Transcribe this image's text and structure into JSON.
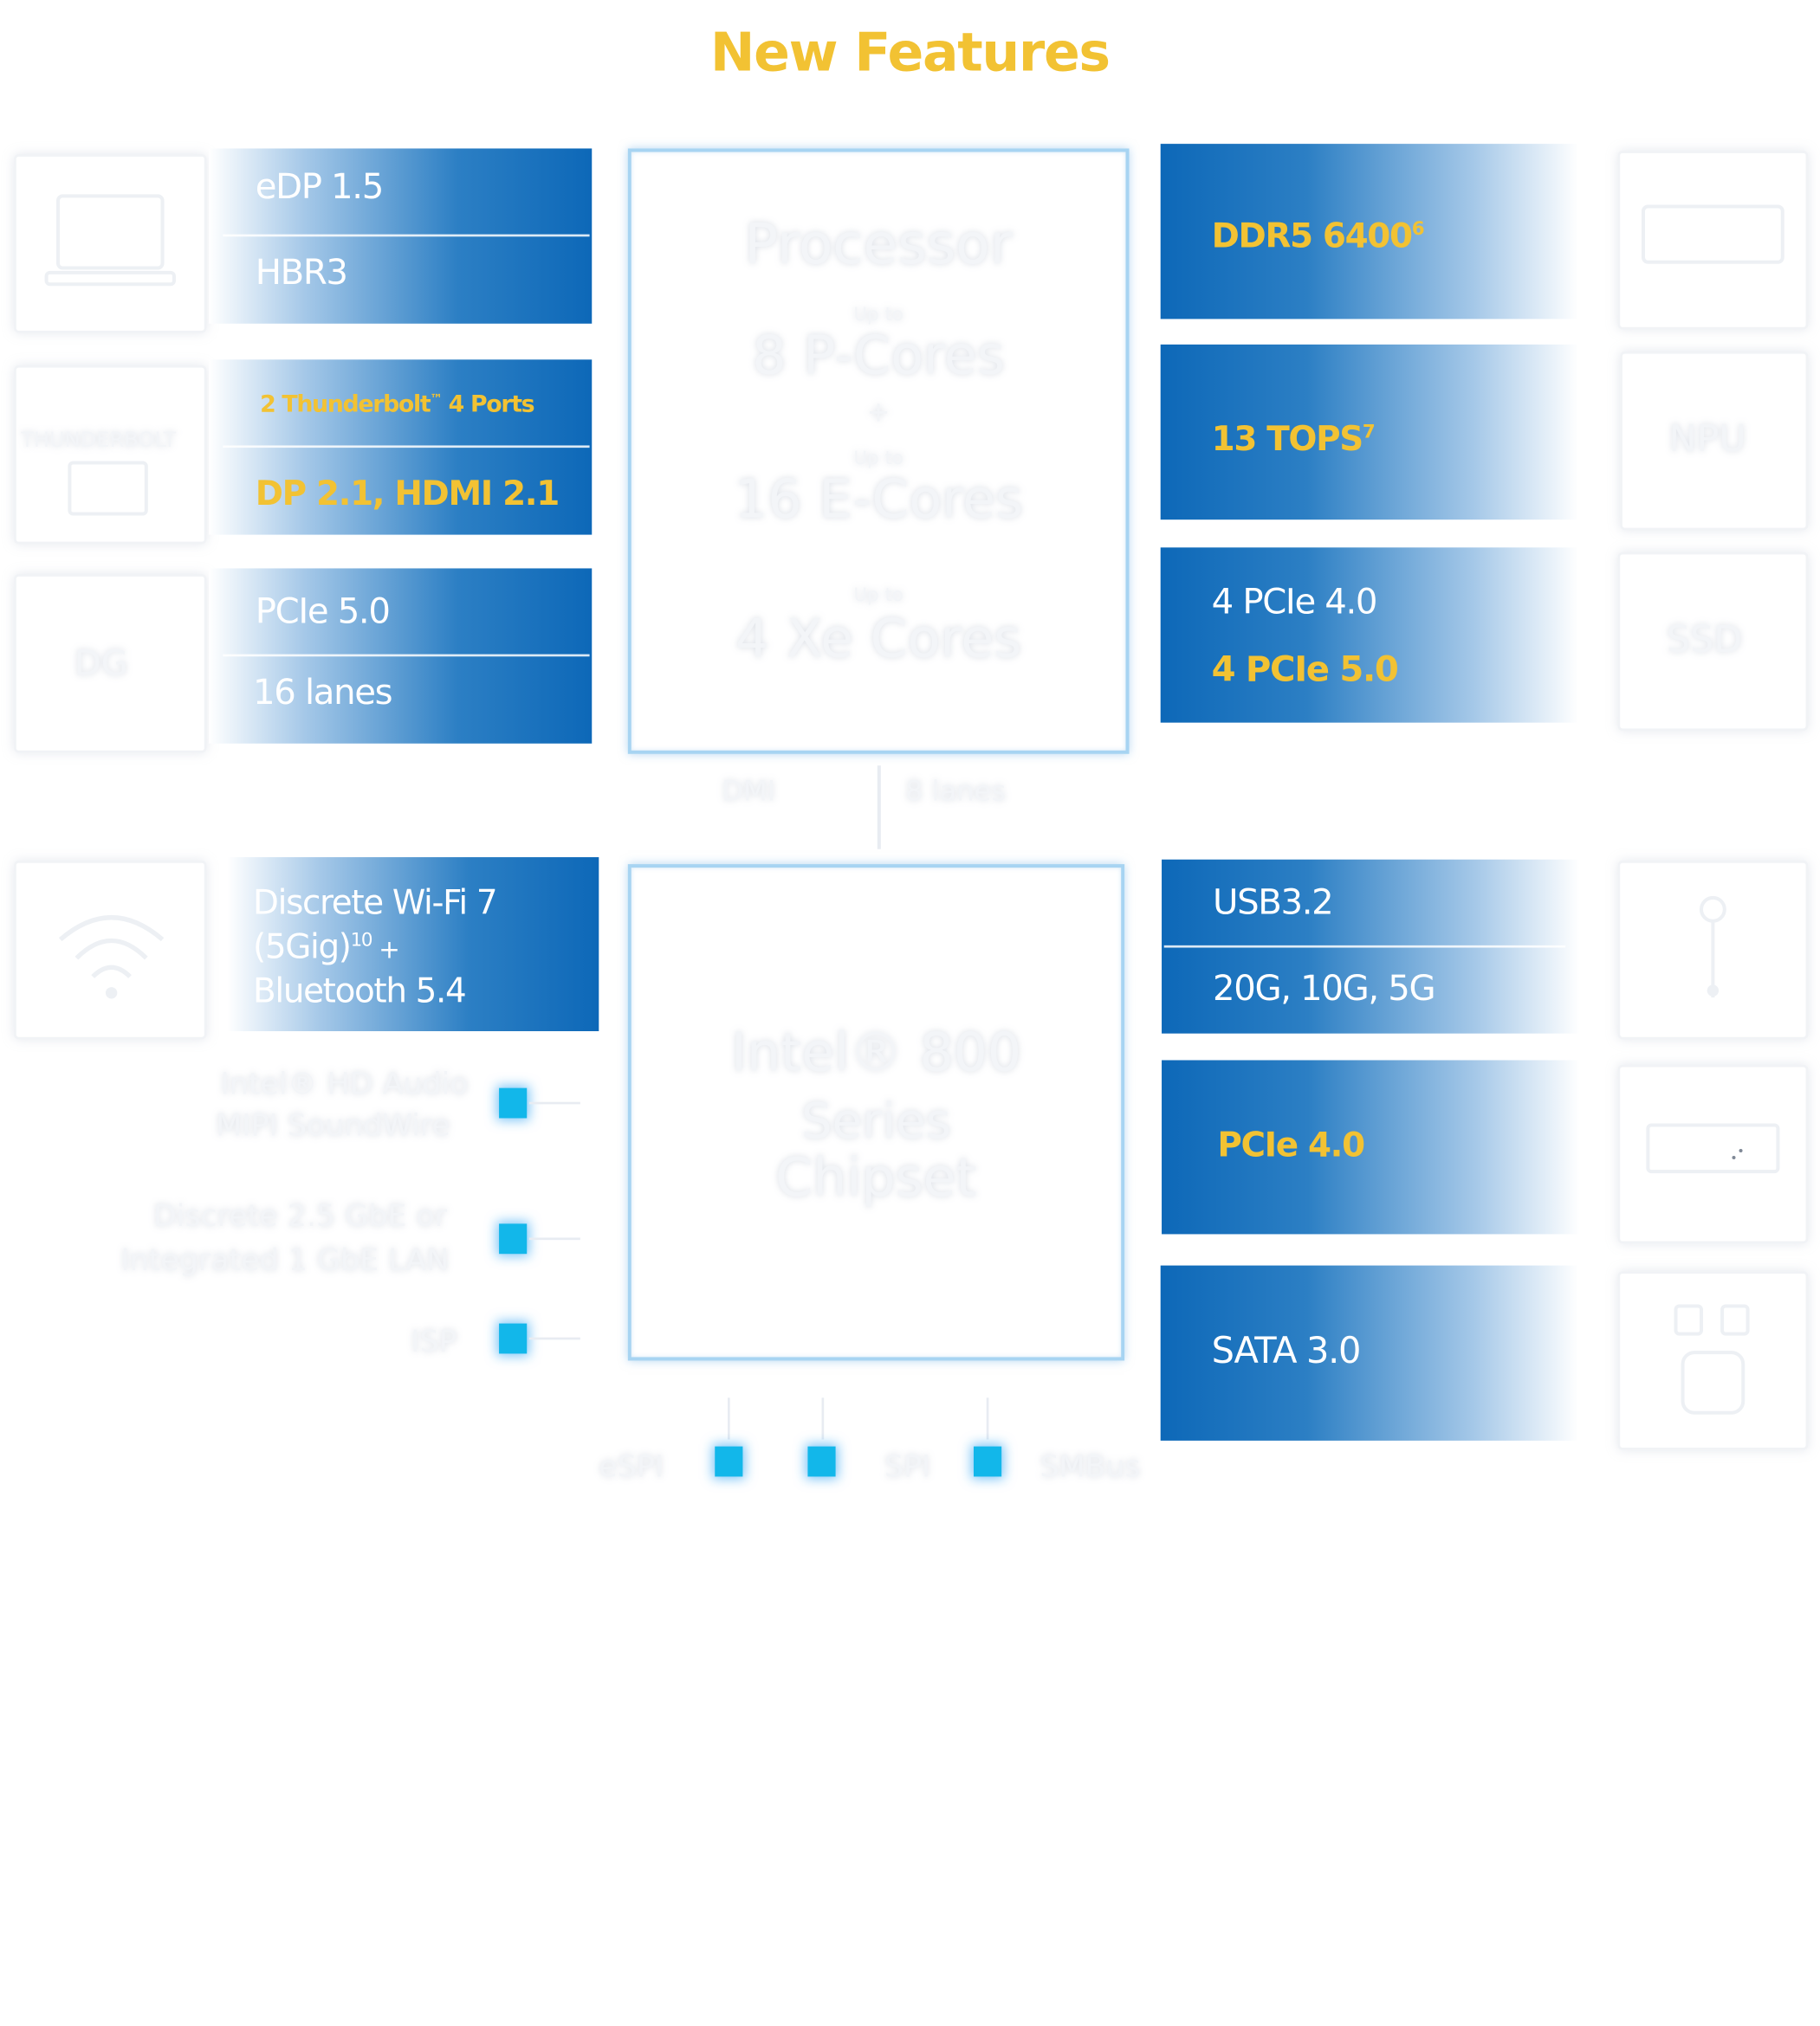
{
  "title": "New Features",
  "left": {
    "display": {
      "line1": "eDP 1.5",
      "line2": "HBR3"
    },
    "thunderbolt": {
      "line1": "2 Thunderbolt",
      "tm": "™",
      "line1_suffix": " 4 Ports",
      "line2": "DP 2.1, HDMI 2.1"
    },
    "pcie": {
      "line1": "PCIe 5.0",
      "line2": "16 lanes"
    },
    "wifi": {
      "line1": "Discrete Wi-Fi 7",
      "line2a": "(5Gig)",
      "line2_sup": "10",
      "line2b": " +",
      "line3": "Bluetooth 5.4"
    }
  },
  "right": {
    "memory": {
      "label": "DDR5 6400",
      "sup": "6"
    },
    "npu_perf": {
      "label": "13 TOPS",
      "sup": "7"
    },
    "storage": {
      "line1": "4 PCIe 4.0",
      "line2": "4 PCIe 5.0"
    },
    "usb": {
      "line1": "USB3.2",
      "line2": "20G, 10G, 5G"
    },
    "pcie": {
      "label": "PCIe 4.0"
    },
    "sata": {
      "label": "SATA 3.0"
    }
  },
  "side_icons": {
    "dg": "DG",
    "npu": "NPU",
    "ssd": "SSD",
    "thunderbolt": "THUNDERBOLT"
  },
  "processor": {
    "title": "Processor",
    "p_cap": "Up to",
    "p": "8 P-Cores",
    "plus": "+",
    "e_cap": "Up to",
    "e": "16 E-Cores",
    "x_cap": "Up to",
    "x": "4 Xe Cores"
  },
  "link": {
    "dmi": "DMI",
    "lanes": "8 lanes"
  },
  "chipset": {
    "line1": "Intel® 800",
    "line2": "Series",
    "line3": "Chipset"
  },
  "chipset_left": {
    "audio1": "Intel® HD Audio",
    "audio2": "MIPI SoundWire",
    "lan1": "Discrete 2.5 GbE or",
    "lan2": "Integrated 1 GbE LAN",
    "isp": "ISP"
  },
  "bottom": {
    "espi": "eSPI",
    "spi": "SPI",
    "smbus": "SMBus"
  },
  "colors": {
    "accent": "#f2c233",
    "panel_blue": "#0d68b8",
    "chip_glow": "#12b7ea"
  }
}
